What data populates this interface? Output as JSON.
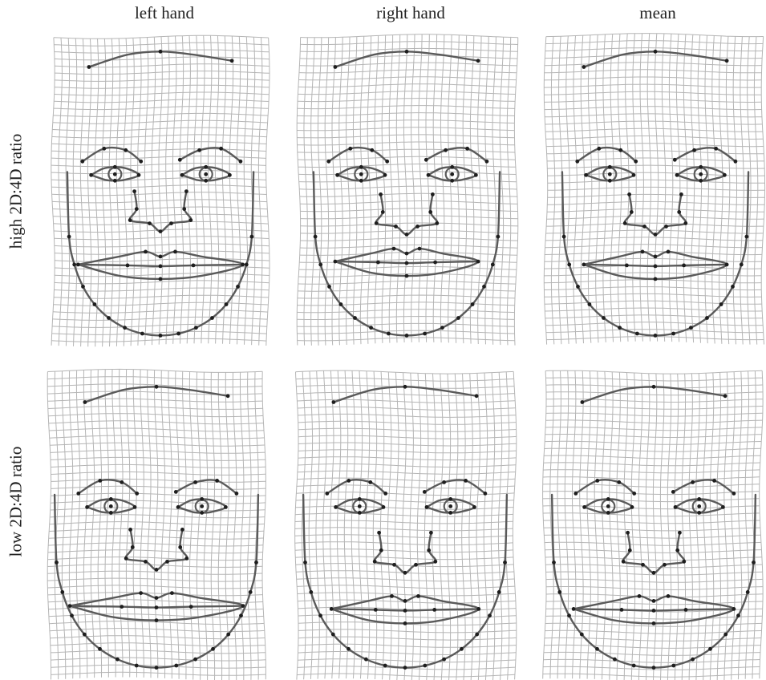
{
  "columns": [
    "left hand",
    "right hand",
    "mean"
  ],
  "rows": [
    "high 2D:4D ratio",
    "low 2D:4D ratio"
  ],
  "colors": {
    "grid": "#b5b5b5",
    "feature": "#5a5a5a",
    "landmark": "#1e1e1e",
    "text": "#222222"
  },
  "panels": [
    {
      "row": "high 2D:4D ratio",
      "column": "left hand",
      "face_shape": "narrow jaw, mouth wide"
    },
    {
      "row": "high 2D:4D ratio",
      "column": "right hand",
      "face_shape": "narrow jaw"
    },
    {
      "row": "high 2D:4D ratio",
      "column": "mean",
      "face_shape": "narrow jaw"
    },
    {
      "row": "low 2D:4D ratio",
      "column": "left hand",
      "face_shape": "broad jaw"
    },
    {
      "row": "low 2D:4D ratio",
      "column": "right hand",
      "face_shape": "broad jaw"
    },
    {
      "row": "low 2D:4D ratio",
      "column": "mean",
      "face_shape": "broad jaw"
    }
  ]
}
